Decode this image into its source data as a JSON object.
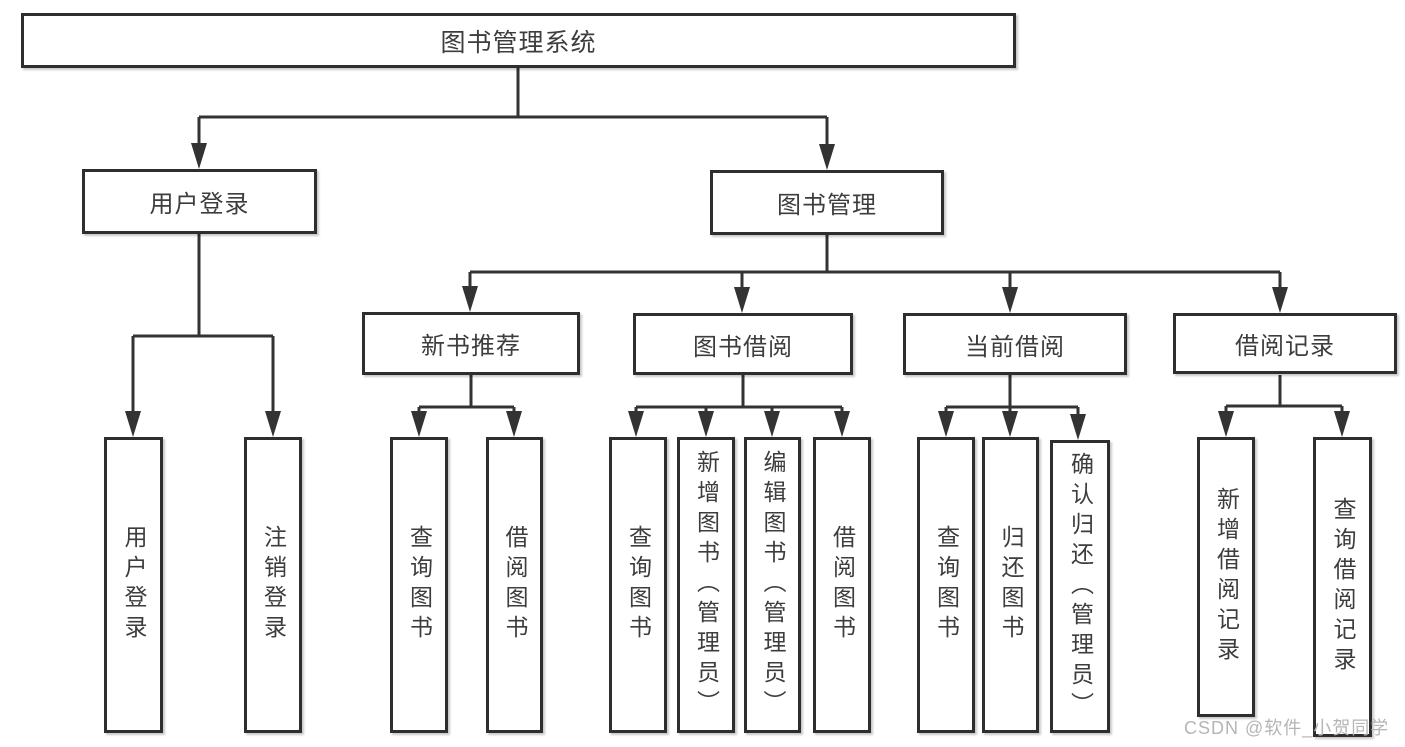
{
  "diagram": {
    "type": "hierarchy-tree",
    "root": "图书管理系统",
    "branches": [
      {
        "label": "用户登录",
        "children": [
          "用户登录",
          "注销登录"
        ]
      },
      {
        "label": "图书管理",
        "children": [
          {
            "label": "新书推荐",
            "children": [
              "查询图书",
              "借阅图书"
            ]
          },
          {
            "label": "图书借阅",
            "children": [
              "查询图书",
              "新增图书（管理员）",
              "编辑图书（管理员）",
              "借阅图书"
            ]
          },
          {
            "label": "当前借阅",
            "children": [
              "查询图书",
              "归还图书",
              "确认归还（管理员）"
            ]
          },
          {
            "label": "借阅记录",
            "children": [
              "新增借阅记录",
              "查询借阅记录"
            ]
          }
        ]
      }
    ]
  },
  "watermark": "CSDN @软件_小贺同学",
  "colors": {
    "line": "#333333",
    "box_border": "#2e2e2e",
    "text": "#3d3d3d",
    "background": "#ffffff",
    "watermark": "#b5b5b5"
  }
}
